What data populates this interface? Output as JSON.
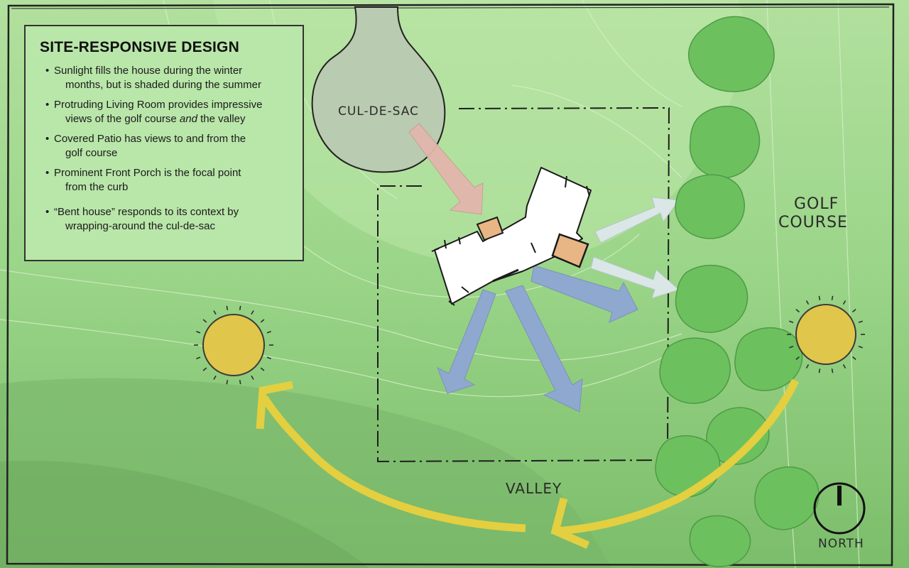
{
  "panel": {
    "title": "SITE-RESPONSIVE DESIGN",
    "bullets": [
      {
        "line1": "Sunlight fills the house during the winter",
        "line2": "months, but is shaded during the summer"
      },
      {
        "line1": "Protruding Living Room provides impressive",
        "line2_pre": "views of the golf course ",
        "line2_em": "and",
        "line2_post": " the valley"
      },
      {
        "line1": "Covered Patio has views to and from the",
        "line2": "golf course"
      },
      {
        "line1": "Prominent Front Porch is the focal point",
        "line2": "from the curb"
      },
      {
        "line1": "“Bent house” responds to its context by",
        "line2": "wrapping-around the cul-de-sac"
      }
    ]
  },
  "labels": {
    "cul_de_sac": "CUL-DE-SAC",
    "golf_1": "GOLF",
    "golf_2": "COURSE",
    "valley": "VALLEY",
    "north": "NORTH"
  },
  "colors": {
    "grass_light": "#b4e2a0",
    "grass_mid": "#8fce7a",
    "grass_dark": "#6fae60",
    "sun": "#e0c64a",
    "sun_path": "#e3cf3f",
    "view_arrow": "#8fa8cf",
    "arrival_arrow": "#e2b3a8",
    "golf_view_arrow": "#d9e6e6",
    "porch": "#e8b584",
    "tree": "#6cc15e",
    "culdesac": "#b9cbb0"
  }
}
